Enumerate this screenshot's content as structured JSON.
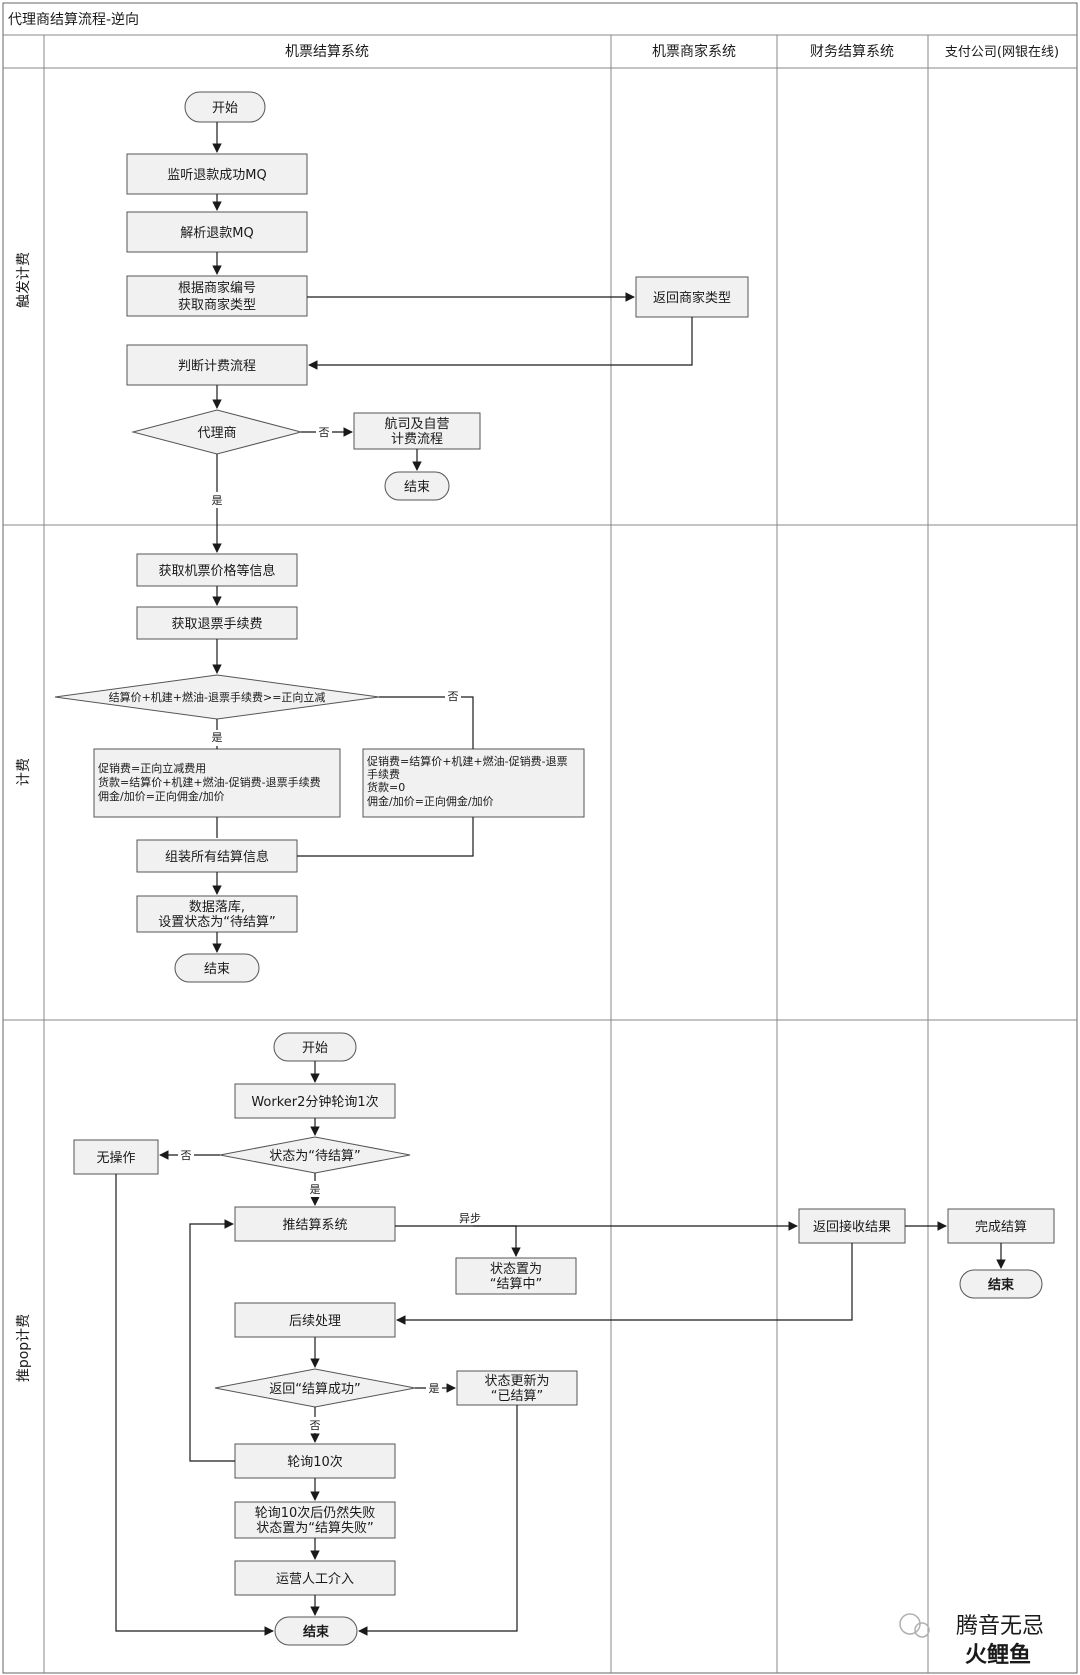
{
  "title": "代理商结算流程-逆向",
  "columns": [
    "机票结算系统",
    "机票商家系统",
    "财务结算系统",
    "支付公司(网银在线)"
  ],
  "lanes": [
    "触发计费",
    "计费",
    "推pop计费"
  ],
  "nodes": {
    "start1": "开始",
    "listen_mq": "监听退款成功MQ",
    "parse_mq": "解析退款MQ",
    "get_type": [
      "根据商家编号",
      "获取商家类型"
    ],
    "return_type": "返回商家类型",
    "judge": "判断计费流程",
    "agent": "代理商",
    "airline": [
      "航司及自营",
      "计费流程"
    ],
    "end1": "结束",
    "get_price": "获取机票价格等信息",
    "get_fee": "获取退票手续费",
    "cond": "结算价+机建+燃油-退票手续费>=正向立减",
    "yes_box": [
      "促销费=正向立减费用",
      "货款=结算价+机建+燃油-促销费-退票手续费",
      "佣金/加价=正向佣金/加价"
    ],
    "no_box": [
      "促销费=结算价+机建+燃油-促销费-退票",
      "手续费",
      "货款=0",
      "佣金/加价=正向佣金/加价"
    ],
    "assemble": "组装所有结算信息",
    "save": [
      "数据落库,",
      "设置状态为“待结算”"
    ],
    "end2": "结束",
    "start3": "开始",
    "worker": "Worker2分钟轮询1次",
    "status_pending": "状态为“待结算”",
    "noop": "无操作",
    "push": "推结算系统",
    "status_settling": [
      "状态置为",
      "“结算中”"
    ],
    "return_recv": "返回接收结果",
    "complete": "完成结算",
    "end_pay": "结束",
    "followup": "后续处理",
    "return_success": "返回“结算成功”",
    "status_settled": [
      "状态更新为",
      "“已结算”"
    ],
    "poll10": "轮询10次",
    "fail": [
      "轮询10次后仍然失败",
      "状态置为“结算失败”"
    ],
    "manual": "运营人工介入",
    "end3": "结束"
  },
  "edge_labels": {
    "no": "否",
    "yes": "是",
    "async": "异步"
  },
  "watermark": "腾音无忌",
  "watermark_logo": "火鲤鱼"
}
